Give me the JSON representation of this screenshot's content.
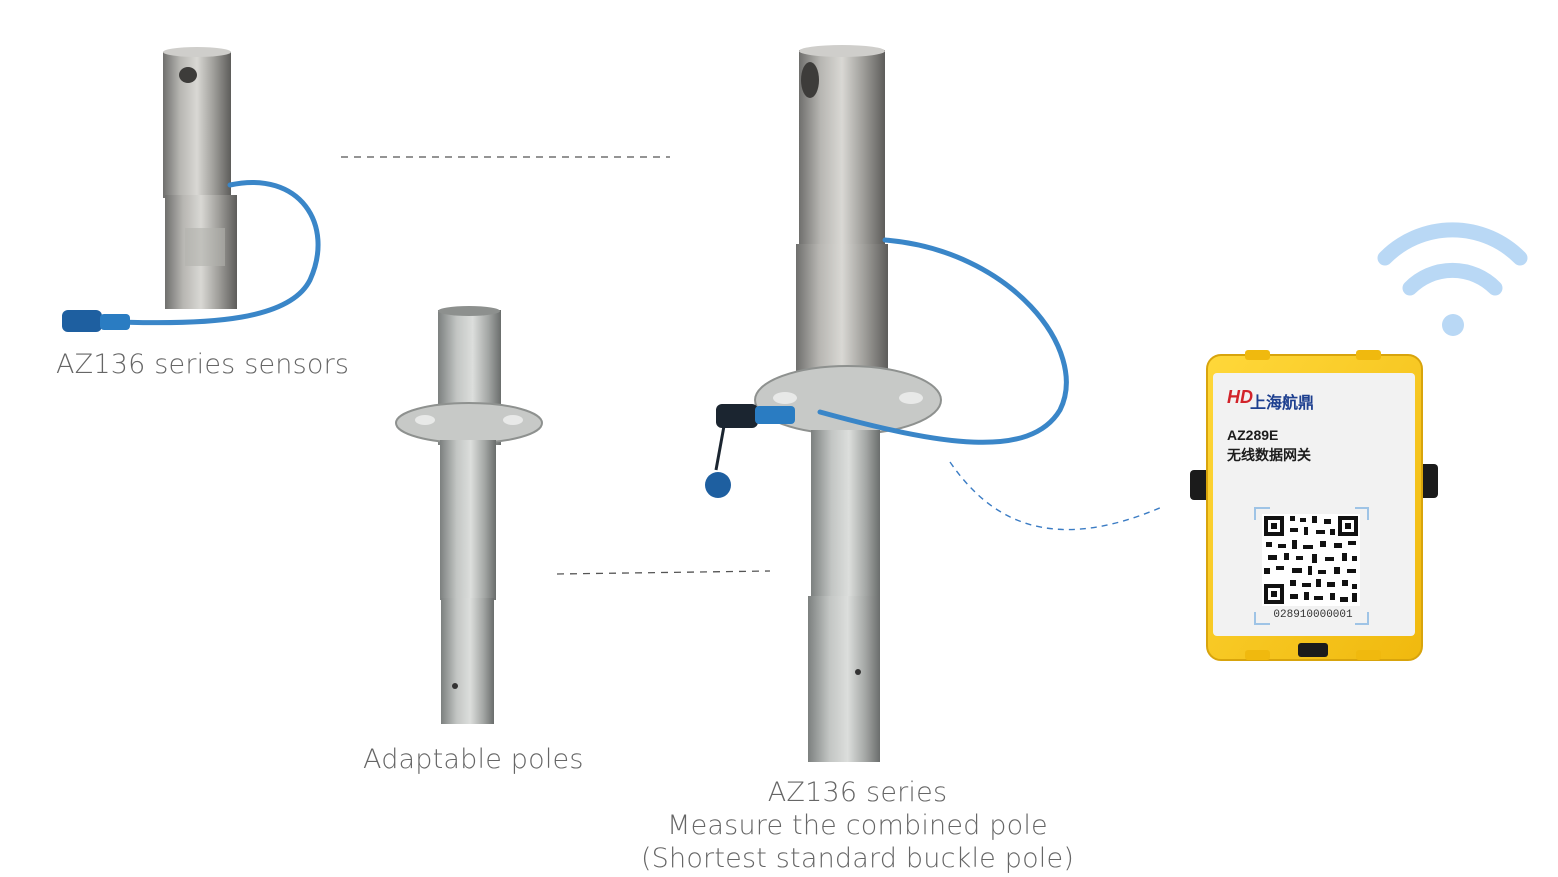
{
  "captions": {
    "sensors": "AZ136 series sensors",
    "poles": "Adaptable poles",
    "combined_line1": "AZ136 series",
    "combined_line2": "Measure the combined pole",
    "combined_line3": "(Shortest standard buckle pole)"
  },
  "gateway": {
    "logo_mark": "HD",
    "brand": "上海航鼎",
    "model": "AZ289E",
    "description": "无线数据网关",
    "serial": "028910000001"
  },
  "colors": {
    "caption_text": "#666666",
    "gateway_housing": "#f5c518",
    "gateway_label": "#f2f2f2",
    "cable_blue": "#3a86c8",
    "wifi_blue": "#b9d8f5",
    "dashed_line": "#555555",
    "dashed_link_blue": "#3b7cc4",
    "steel": "#9a9a98",
    "galvanized": "#b4b6b4"
  },
  "icons": {
    "wifi": "wifi-icon",
    "qr": "qr-code-icon"
  }
}
